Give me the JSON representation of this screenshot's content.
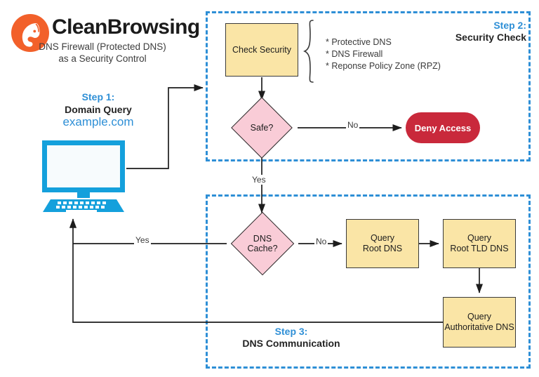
{
  "brand": {
    "logo_icon": "cleanbrowsing-dog-logo-icon",
    "title": "CleanBrowsing",
    "subtitle_line1": "DNS Firewall (Protected DNS)",
    "subtitle_line2": "as a Security Control"
  },
  "colors": {
    "accent_blue": "#2e8fd6",
    "logo_orange": "#f2602a",
    "node_yellow": "#fae5a6",
    "decision_pink": "#f9ccd7",
    "deny_red": "#c9293b",
    "edge_black": "#1d1d1d",
    "text_dark": "#242424"
  },
  "steps": {
    "step1": {
      "number": "Step 1:",
      "name": "Domain Query",
      "domain": "example.com"
    },
    "step2": {
      "number": "Step 2:",
      "name": "Security Check"
    },
    "step3": {
      "number": "Step 3:",
      "name": "DNS Communication"
    }
  },
  "nodes": {
    "check_security": "Check Security",
    "safe_decision_line1": "Safe?",
    "deny_access": "Deny Access",
    "dns_cache_line1": "DNS",
    "dns_cache_line2": "Cache?",
    "query_root_line1": "Query",
    "query_root_line2": "Root DNS",
    "query_tld_line1": "Query",
    "query_tld_line2": "Root TLD DNS",
    "query_auth_line1": "Query",
    "query_auth_line2": "Authoritative DNS"
  },
  "security_bullets": [
    "* Protective DNS",
    "* DNS Firewall",
    "* Reponse Policy Zone (RPZ)"
  ],
  "edge_labels": {
    "no_safe": "No",
    "yes_safe": "Yes",
    "no_cache": "No",
    "yes_cache": "Yes"
  },
  "icons": {
    "computer": "desktop-computer-icon",
    "brace": "curly-brace-icon"
  }
}
